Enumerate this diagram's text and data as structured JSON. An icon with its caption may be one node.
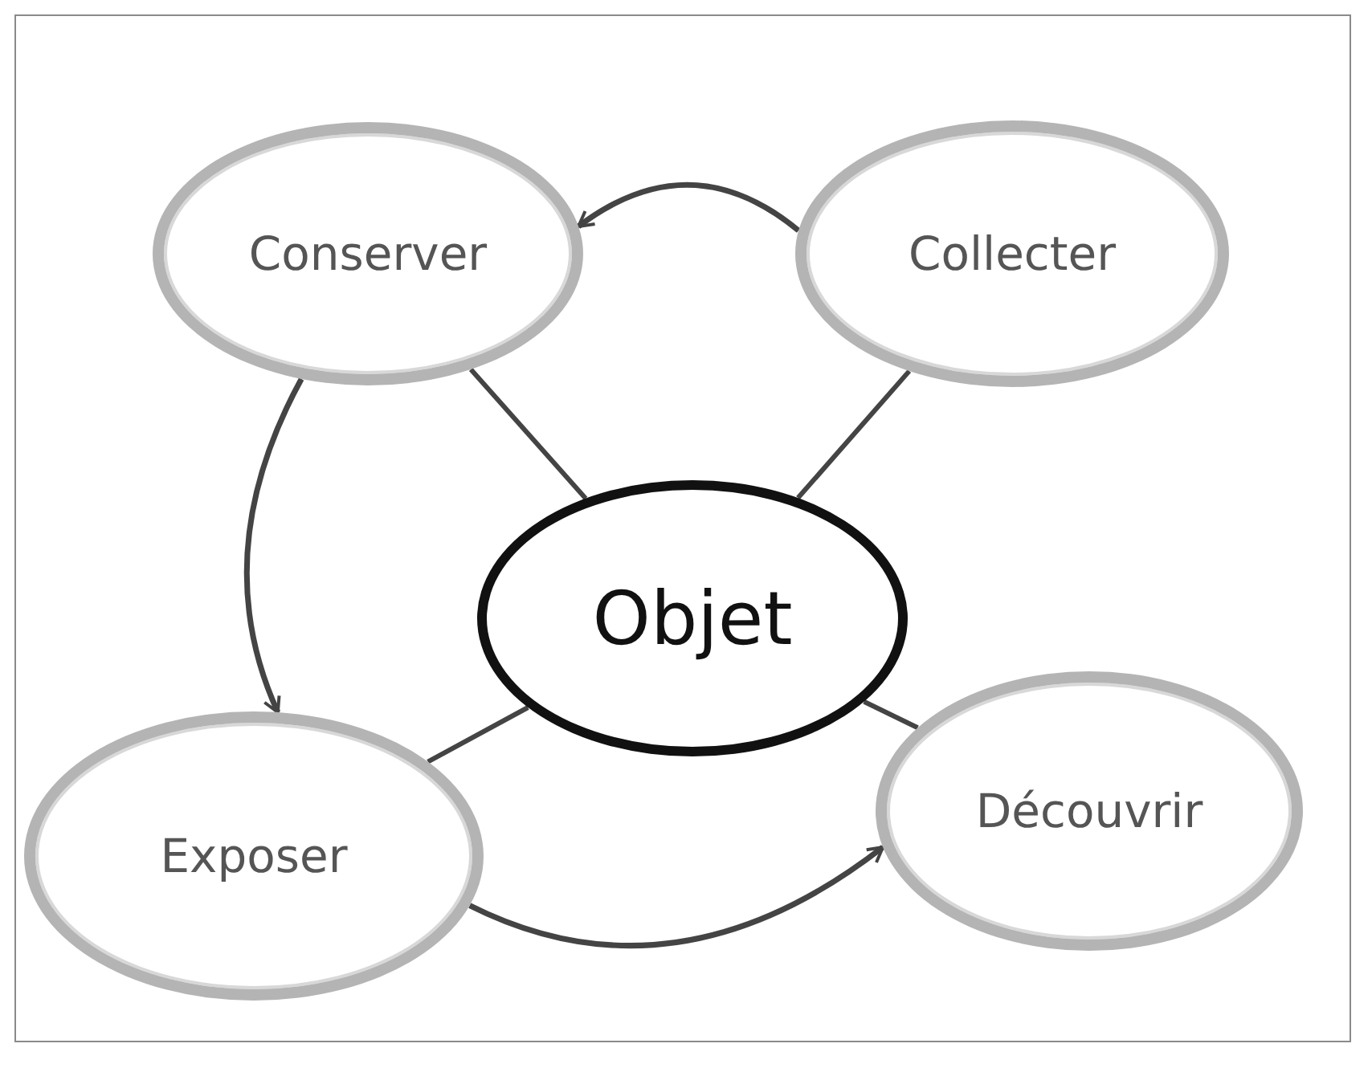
{
  "diagram": {
    "nodes": [
      {
        "text": [
          "Conserver"
        ]
      },
      {
        "text": [
          "Collecter"
        ]
      },
      {
        "text": [
          "Objet"
        ]
      },
      {
        "text": [
          "Exposer"
        ]
      },
      {
        "text": [
          "Découvrir"
        ]
      }
    ],
    "edges": [
      {
        "from": 1,
        "to": 0,
        "arrow": "to"
      },
      {
        "from": 0,
        "to": 3,
        "arrow": "to"
      },
      {
        "from": 3,
        "to": 4,
        "arrow": "to"
      },
      {
        "from": 2,
        "to": 0,
        "arrow": "none"
      },
      {
        "from": 2,
        "to": 1,
        "arrow": "none"
      },
      {
        "from": 2,
        "to": 3,
        "arrow": "none"
      },
      {
        "from": 2,
        "to": 4,
        "arrow": "none"
      }
    ]
  }
}
